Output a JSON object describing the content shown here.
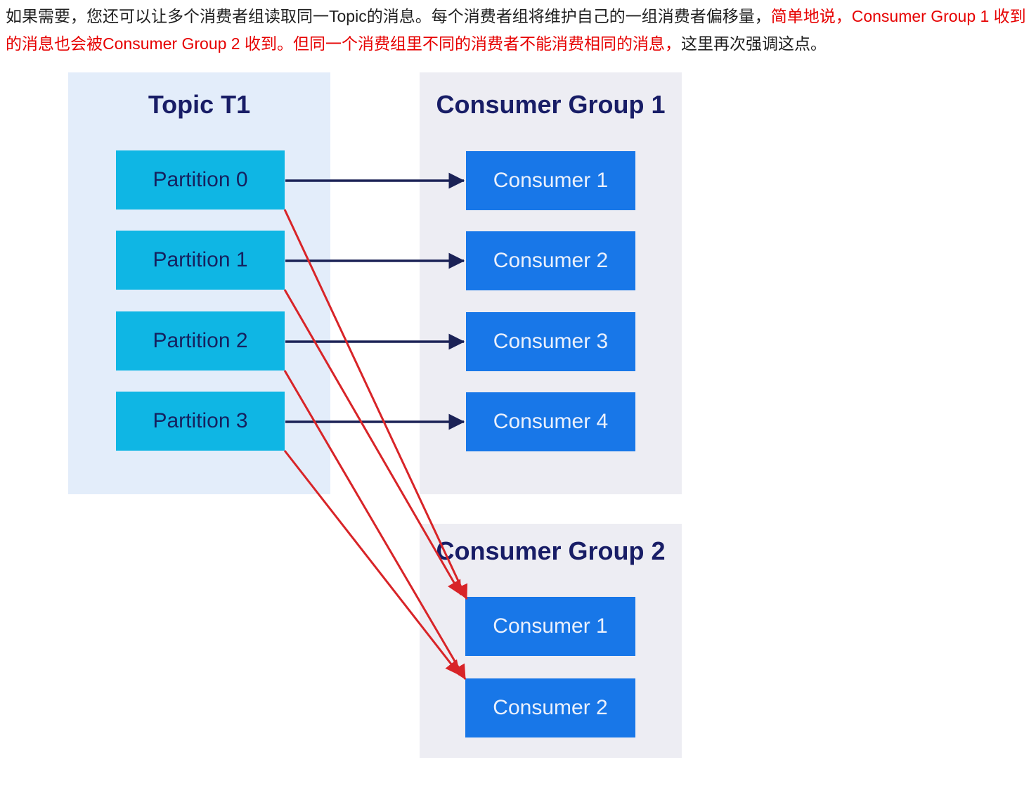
{
  "intro": {
    "segments": [
      {
        "text": "如果需要，您还可以让多个消费者组读取同一Topic的消息。每个消费者组将维护自己的一组消费者偏移量，",
        "style": "black"
      },
      {
        "text": "简单地说，Consumer Group 1 收到的消息也会被Consumer Group 2 收到。但同一个消费组里不同的消费者不能消费相同的消息，",
        "style": "red"
      },
      {
        "text": "这里再次强调这点。",
        "style": "black"
      }
    ]
  },
  "diagram": {
    "topic": {
      "title": "Topic T1",
      "partitions": [
        "Partition 0",
        "Partition 1",
        "Partition 2",
        "Partition 3"
      ]
    },
    "consumer_group_1": {
      "title": "Consumer Group 1",
      "consumers": [
        "Consumer 1",
        "Consumer 2",
        "Consumer 3",
        "Consumer 4"
      ]
    },
    "consumer_group_2": {
      "title": "Consumer Group 2",
      "consumers": [
        "Consumer 1",
        "Consumer 2"
      ]
    },
    "arrows": {
      "to_group_1": [
        {
          "from": "Partition 0",
          "to": "Consumer Group 1 / Consumer 1",
          "color": "navy"
        },
        {
          "from": "Partition 1",
          "to": "Consumer Group 1 / Consumer 2",
          "color": "navy"
        },
        {
          "from": "Partition 2",
          "to": "Consumer Group 1 / Consumer 3",
          "color": "navy"
        },
        {
          "from": "Partition 3",
          "to": "Consumer Group 1 / Consumer 4",
          "color": "navy"
        }
      ],
      "to_group_2": [
        {
          "from": "Partition 0",
          "to": "Consumer Group 2 / Consumer 1",
          "color": "red"
        },
        {
          "from": "Partition 1",
          "to": "Consumer Group 2 / Consumer 1",
          "color": "red"
        },
        {
          "from": "Partition 2",
          "to": "Consumer Group 2 / Consumer 2",
          "color": "red"
        },
        {
          "from": "Partition 3",
          "to": "Consumer Group 2 / Consumer 2",
          "color": "red"
        }
      ]
    }
  },
  "colors": {
    "intro_text": "#1f1f1f",
    "intro_highlight": "#e60000",
    "topic_panel": "#e3edfa",
    "group_panel": "#ededf3",
    "partition_fill": "#0fb6e4",
    "consumer_fill": "#1877e8",
    "partition_text": "#15215f",
    "consumer_text": "#eaf0fc",
    "title_text": "#181d66",
    "arrow_navy": "#1b2256",
    "arrow_red": "#d82428"
  }
}
